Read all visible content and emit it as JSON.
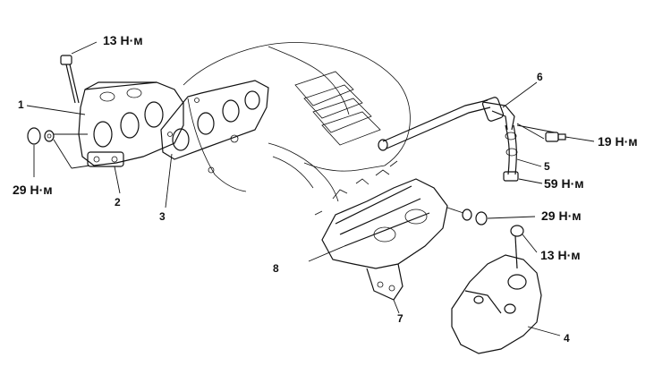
{
  "labels": {
    "part_1": "1",
    "part_2": "2",
    "part_3": "3",
    "part_4": "4",
    "part_5": "5",
    "part_6": "6",
    "part_7": "7",
    "part_8": "8"
  },
  "torques": {
    "top_left_bolt": "13 Н·м",
    "left_nut": "29 Н·м",
    "pipe_bolt": "19 Н·м",
    "pipe_lower": "59 Н·м",
    "right_nut": "29 Н·м",
    "heat_shield_bolt": "13 Н·м"
  }
}
